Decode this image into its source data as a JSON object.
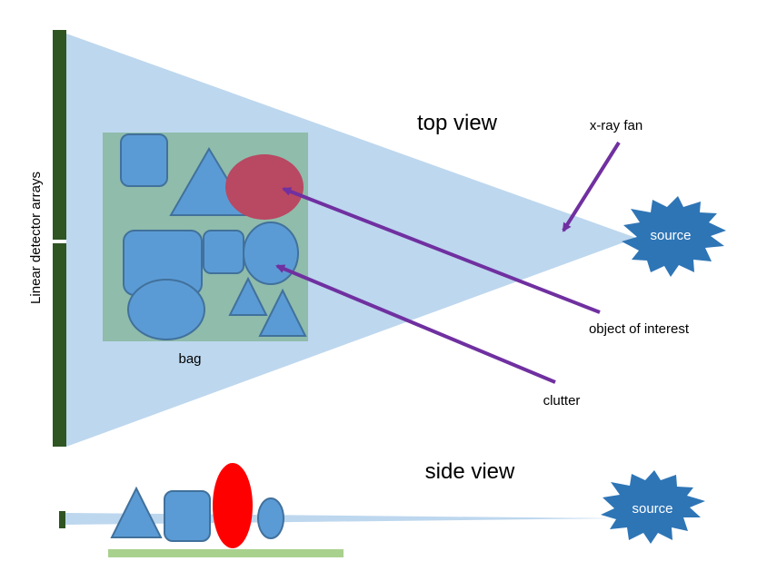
{
  "labels": {
    "top_view": "top view",
    "side_view": "side view",
    "xray_fan": "x-ray fan",
    "source_top": "source",
    "source_side": "source",
    "object_of_interest": "object of interest",
    "clutter": "clutter",
    "bag": "bag",
    "detector": "Linear detector arrays"
  },
  "colors": {
    "fan": "#bdd7ee",
    "bag": "#8fbcab",
    "clutter_fill": "#5b9bd5",
    "clutter_stroke": "#41719c",
    "object_top": "#b94862",
    "object_side": "#ff0000",
    "arrow": "#7030a0",
    "detector": "#2e5522",
    "source": "#2e75b6",
    "belt": "#a9d18e"
  }
}
